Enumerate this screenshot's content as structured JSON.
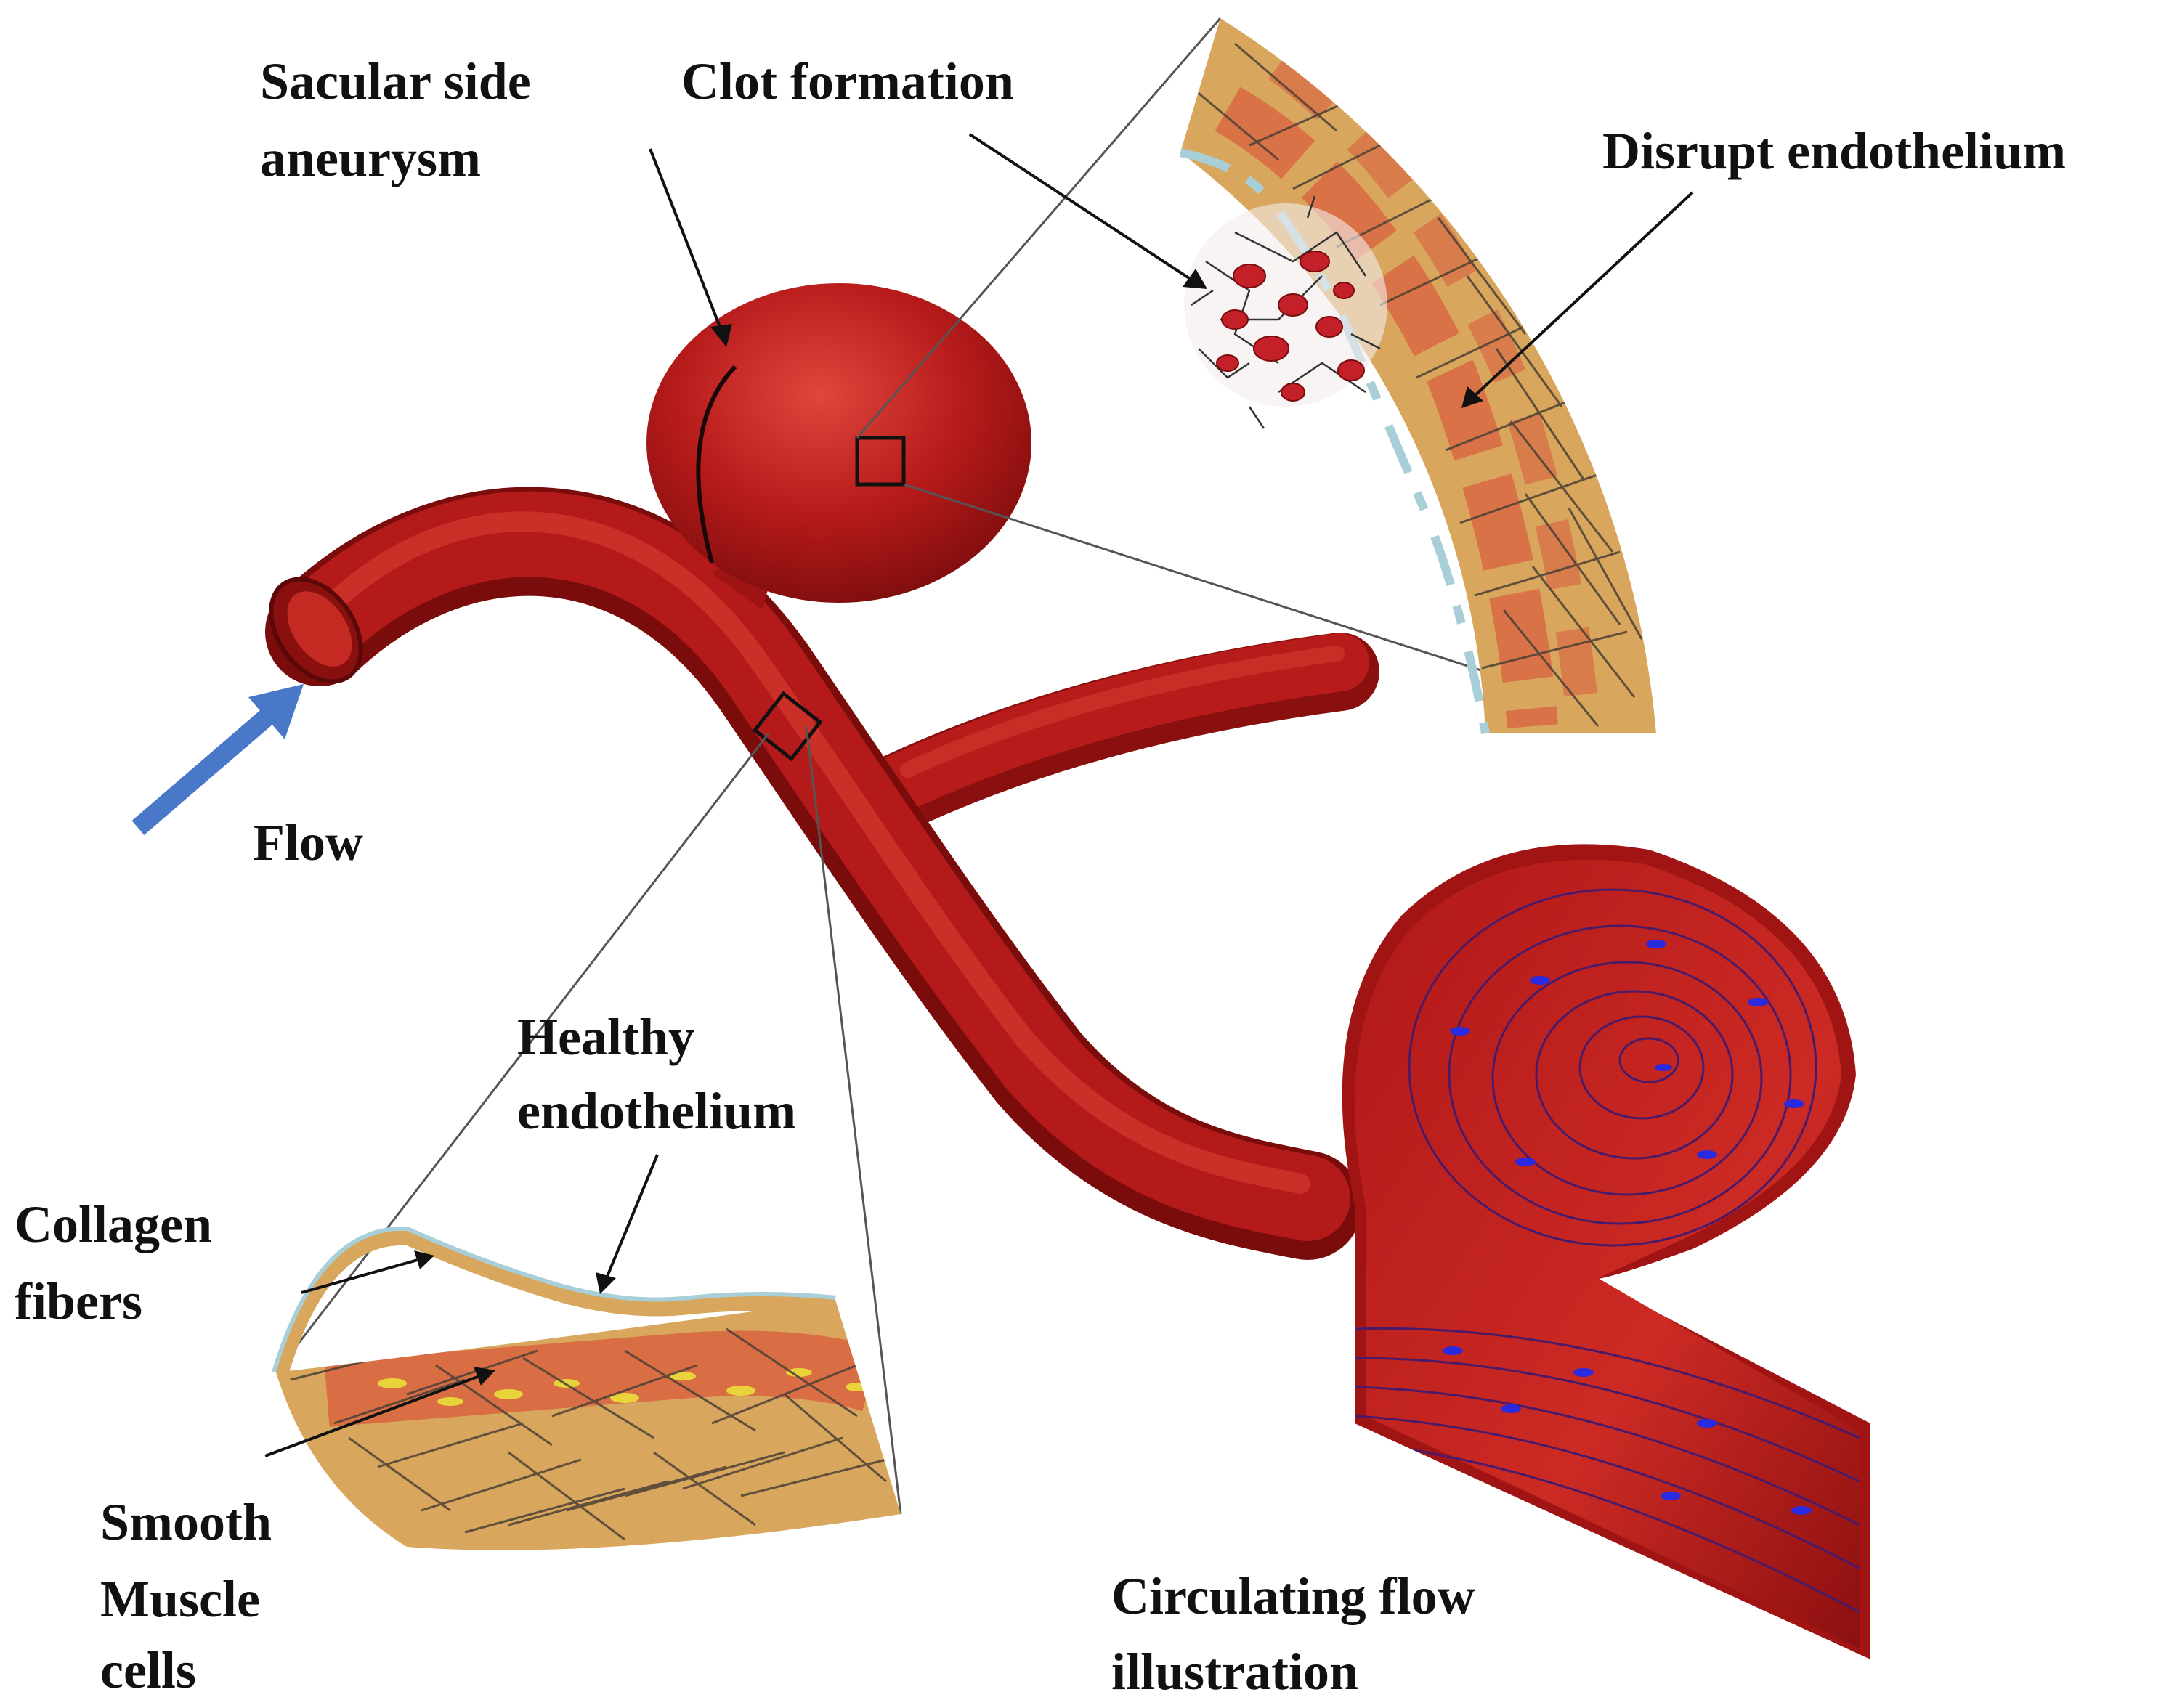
{
  "labels": {
    "sacular_line1": "Sacular side",
    "sacular_line2": "aneurysm",
    "clot": "Clot formation",
    "disrupt": "Disrupt endothelium",
    "flow": "Flow",
    "healthy_line1": "Healthy",
    "healthy_line2": "endothelium",
    "collagen_line1": "Collagen",
    "collagen_line2": "fibers",
    "smooth_line1": "Smooth",
    "smooth_line2": "Muscle",
    "smooth_line3": "cells",
    "circulating_line1": "Circulating flow",
    "circulating_line2": "illustration"
  },
  "colors": {
    "vessel": "#b01818",
    "vessel_dark": "#7a0c0c",
    "tissue": "#d8a65c",
    "muscle": "#d9603f",
    "nucleus": "#e8d43a",
    "endothelium": "#a8cfd8",
    "fiber": "#4a4036",
    "flow_arrow": "#4a78c8",
    "streamline_arrow": "#2a2ae0",
    "clot_red": "#c4202a"
  }
}
